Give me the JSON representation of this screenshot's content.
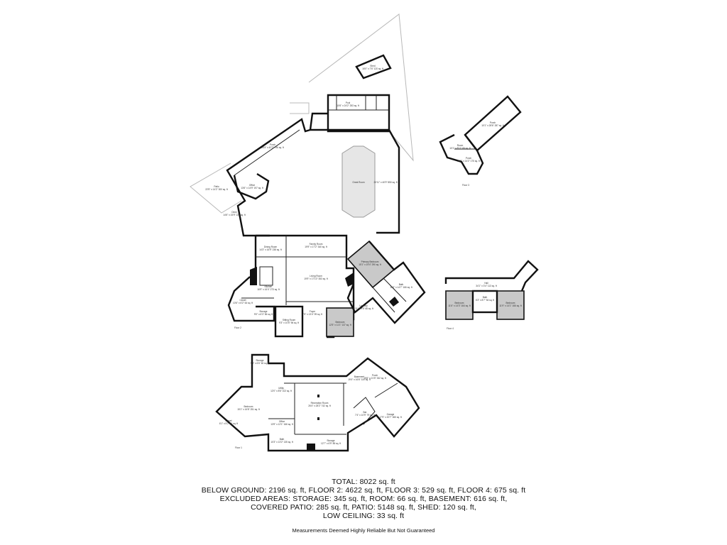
{
  "floors": [
    {
      "id": "floor-2",
      "label": "Floor 2",
      "rooms": [
        {
          "name": "Great Room",
          "size": "20'11\" x 40'9\" 850 sq. ft"
        },
        {
          "name": "Office",
          "size": "13'6\" x 14'9\" 197 sq. ft"
        },
        {
          "name": "Porch",
          "size": "26'4\" x 42'7\" 796 sq. ft"
        },
        {
          "name": "Patio",
          "size": "22'5\" x 14'2\" 300 sq. ft"
        },
        {
          "name": "Deck",
          "size": "14'6\" x 15'9\" 224 sq. ft"
        },
        {
          "name": "Shed",
          "size": "16'0\" x 7'6\" 120 sq. ft"
        },
        {
          "name": "Pool",
          "size": "10'6\" x 24'2\" 253 sq. ft"
        },
        {
          "name": "Dining Room",
          "size": "14'3\" x 16'9\" 238 sq. ft"
        },
        {
          "name": "Kitchen",
          "size": "16'9\" x 16'4\" 273 sq. ft"
        },
        {
          "name": "Family Room",
          "size": "19'9\" x 17'2\" 340 sq. ft"
        },
        {
          "name": "Living Room",
          "size": "19'9\" x 17'10\" 353 sq. ft"
        },
        {
          "name": "Primary Bedroom",
          "size": "15'1\" x 19'4\" 290 sq. ft"
        },
        {
          "name": "Foyer",
          "size": "7'5\" x 13'4\" 99 sq. ft"
        },
        {
          "name": "Bedroom",
          "size": "12'5\" x 11'1\" 137 sq. ft"
        },
        {
          "name": "Sitting Room",
          "size": "9'3\" x 10'5\" 96 sq. ft"
        },
        {
          "name": "Storage",
          "size": "9'0\" x 6'3\" 56 sq. ft"
        },
        {
          "name": "Bath",
          "size": "11'5\" x 14'7\" 166 sq. ft"
        },
        {
          "name": "Laundry",
          "size": "6'11\" x 9'6\" 66 sq. ft"
        },
        {
          "name": "Closet",
          "size": "10'6\" x 6'2\" 64 sq. ft"
        }
      ]
    },
    {
      "id": "floor-3",
      "label": "Floor 3",
      "rooms": [
        {
          "name": "Porch",
          "size": "10'1\" x 28'6\" 287 sq. ft"
        },
        {
          "name": "Room",
          "size": "10'1\" x 8'11\" 66 sq. ft"
        },
        {
          "name": "Porch",
          "size": "12'5\" x 14'2\" 175 sq. ft"
        }
      ]
    },
    {
      "id": "floor-4",
      "label": "Floor 4",
      "rooms": [
        {
          "name": "Hall",
          "size": "34'1\" x 3'4\" 113 sq. ft"
        },
        {
          "name": "Bedroom",
          "size": "11'6\" x 14'3\" 164 sq. ft"
        },
        {
          "name": "Bath",
          "size": "6'3\" x 8'7\" 54 sq. ft"
        },
        {
          "name": "Bedroom",
          "size": "11'9\" x 14'1\" 166 sq. ft"
        }
      ]
    },
    {
      "id": "floor-1",
      "label": "Floor 1",
      "rooms": [
        {
          "name": "Bedroom",
          "size": "15'1\" x 16'8\" 251 sq. ft"
        },
        {
          "name": "Closet",
          "size": "6'1\" x 5'2\" 31 sq. ft"
        },
        {
          "name": "Storage",
          "size": "9'3\" x 6'6\" 60 sq. ft"
        },
        {
          "name": "Recreation Room",
          "size": "26'4\" x 28'2\" 742 sq. ft"
        },
        {
          "name": "Office",
          "size": "13'9\" x 12'1\" 166 sq. ft"
        },
        {
          "name": "Bath",
          "size": "10'3\" x 13'2\" 135 sq. ft"
        },
        {
          "name": "Storage",
          "size": "12'7\" x 6'9\" 85 sq. ft"
        },
        {
          "name": "Utility",
          "size": "12'0\" x 8'6\" 102 sq. ft"
        },
        {
          "name": "Garage",
          "size": "17'9\" x 20'7\" 365 sq. ft"
        },
        {
          "name": "Bar",
          "size": "7'4\" x 10'9\" 79 sq. ft"
        },
        {
          "name": "Porch",
          "size": "15'6\" x 21'5\" 332 sq. ft"
        },
        {
          "name": "Basement",
          "size": "19'4\" x 16'6\" 319 sq. ft"
        }
      ]
    }
  ],
  "summary": {
    "total": "TOTAL: 8022 sq. ft",
    "line2": "BELOW GROUND: 2196 sq. ft, FLOOR 2: 4622 sq. ft, FLOOR 3: 529 sq. ft, FLOOR 4: 675 sq. ft",
    "line3": "EXCLUDED AREAS: STORAGE: 345 sq. ft, ROOM: 66 sq. ft, BASEMENT: 616 sq. ft,",
    "line4": "COVERED PATIO: 285 sq. ft, PATIO: 5148 sq. ft, SHED: 120 sq. ft,",
    "line5": "LOW CEILING: 33 sq. ft",
    "disclaimer": "Measurements Deemed Highly Reliable But Not Guaranteed"
  }
}
